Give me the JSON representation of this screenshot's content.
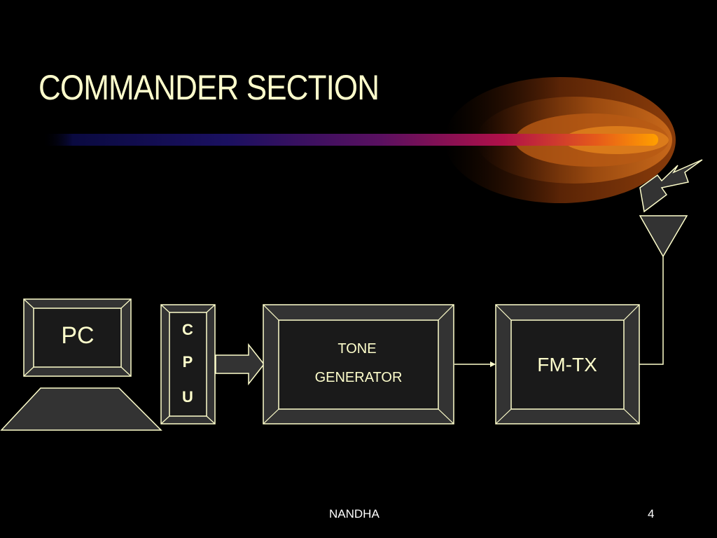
{
  "slide": {
    "title": "COMMANDER SECTION",
    "footer_author": "NANDHA",
    "page_number": "4"
  },
  "diagram": {
    "pc_label": "PC",
    "cpu_letters": [
      "C",
      "P",
      "U"
    ],
    "tone_line1": "TONE",
    "tone_line2": "GENERATOR",
    "fm_label": "FM-TX"
  },
  "colors": {
    "background": "#000000",
    "title_text": "#ffffcc",
    "box_fill": "#333333",
    "box_stroke": "#ffffcc",
    "block_text": "#ffffcc",
    "streak_head": "#ff9900"
  },
  "icons": [
    "lightning-bolt-icon",
    "antenna-icon",
    "keyboard-icon"
  ]
}
